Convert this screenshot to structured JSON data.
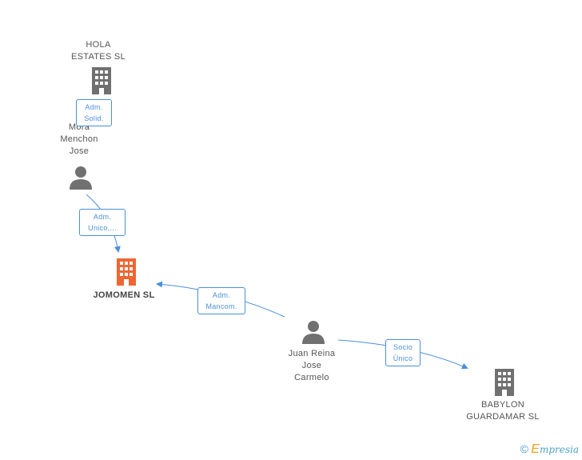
{
  "colors": {
    "building_gray": "#707070",
    "building_main": "#ee6633",
    "person": "#707070",
    "edge": "#4a90d9"
  },
  "nodes": {
    "hola": {
      "lines": [
        "HOLA",
        "ESTATES SL"
      ],
      "icon": "building-icon"
    },
    "mora": {
      "lines": [
        "Mora",
        "Menchon",
        "Jose"
      ],
      "icon": "person-icon"
    },
    "jomomen": {
      "lines": [
        "JOMOMEN SL"
      ],
      "icon": "building-icon"
    },
    "juan": {
      "lines": [
        "Juan Reina",
        "Jose",
        "Carmelo"
      ],
      "icon": "person-icon"
    },
    "babylon": {
      "lines": [
        "BABYLON",
        "GUARDAMAR SL"
      ],
      "icon": "building-icon"
    }
  },
  "edges": {
    "e1": [
      "Adm.",
      "Solid."
    ],
    "e2": [
      "Adm.",
      "Unico,..."
    ],
    "e3": [
      "Adm.",
      "Mancom."
    ],
    "e4": [
      "Socio",
      "Único"
    ]
  },
  "footer": {
    "copyright": "©",
    "brand_e": "E",
    "brand_rest": "mpresia"
  }
}
